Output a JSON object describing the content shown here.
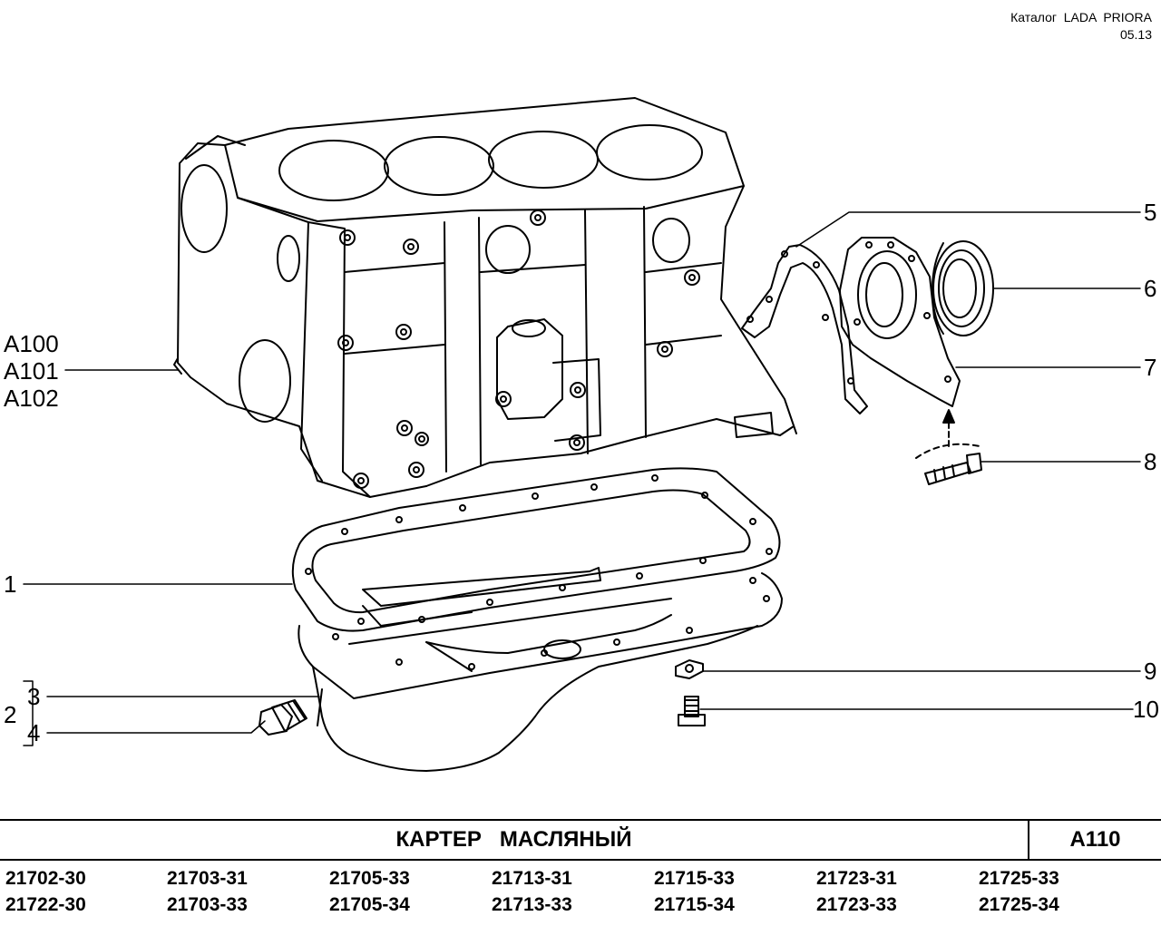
{
  "header": {
    "catalog": "Каталог  LADA  PRIORA",
    "date": "05.13"
  },
  "callouts": {
    "left_group": [
      "A100",
      "A101",
      "A102"
    ],
    "one": "1",
    "bracket_group": "2",
    "three": "3",
    "four": "4",
    "five": "5",
    "six": "6",
    "seven": "7",
    "eight": "8",
    "nine": "9",
    "ten": "10"
  },
  "title_bar": {
    "title": "КАРТЕР   МАСЛЯНЫЙ",
    "code": "A110"
  },
  "models": {
    "row1": [
      "21702-30",
      "21703-31",
      "21705-33",
      "21713-31",
      "21715-33",
      "21723-31",
      "21725-33"
    ],
    "row2": [
      "21722-30",
      "21703-33",
      "21705-34",
      "21713-33",
      "21715-34",
      "21723-33",
      "21725-34"
    ]
  }
}
